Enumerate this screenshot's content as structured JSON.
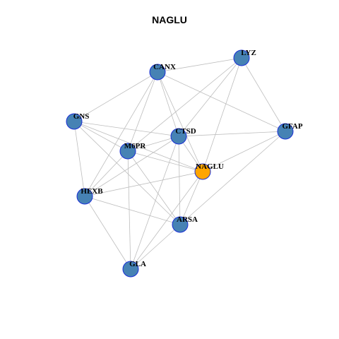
{
  "title": "NAGLU",
  "colors": {
    "node": "#4682b4",
    "focus_node": "#ffa500",
    "node_border": "#1a2fd6",
    "edge": "#bdbdbd"
  },
  "nodes": [
    {
      "id": "CANX",
      "label": "CANX",
      "focus": false
    },
    {
      "id": "LYZ",
      "label": "LYZ",
      "focus": false
    },
    {
      "id": "GNS",
      "label": "GNS",
      "focus": false
    },
    {
      "id": "CTSD",
      "label": "CTSD",
      "focus": false
    },
    {
      "id": "GFAP",
      "label": "GFAP",
      "focus": false
    },
    {
      "id": "M6PR",
      "label": "M6PR",
      "focus": false
    },
    {
      "id": "NAGLU",
      "label": "NAGLU",
      "focus": true
    },
    {
      "id": "HEXB",
      "label": "HEXB",
      "focus": false
    },
    {
      "id": "ARSA",
      "label": "ARSA",
      "focus": false
    },
    {
      "id": "GLA",
      "label": "GLA",
      "focus": false
    }
  ],
  "edges": [
    [
      "CANX",
      "LYZ"
    ],
    [
      "CANX",
      "GNS"
    ],
    [
      "CANX",
      "CTSD"
    ],
    [
      "CANX",
      "GFAP"
    ],
    [
      "CANX",
      "M6PR"
    ],
    [
      "CANX",
      "NAGLU"
    ],
    [
      "CANX",
      "HEXB"
    ],
    [
      "LYZ",
      "GFAP"
    ],
    [
      "LYZ",
      "CTSD"
    ],
    [
      "LYZ",
      "M6PR"
    ],
    [
      "LYZ",
      "NAGLU"
    ],
    [
      "GNS",
      "CTSD"
    ],
    [
      "GNS",
      "M6PR"
    ],
    [
      "GNS",
      "HEXB"
    ],
    [
      "GNS",
      "ARSA"
    ],
    [
      "GNS",
      "NAGLU"
    ],
    [
      "CTSD",
      "GFAP"
    ],
    [
      "CTSD",
      "M6PR"
    ],
    [
      "CTSD",
      "HEXB"
    ],
    [
      "CTSD",
      "ARSA"
    ],
    [
      "CTSD",
      "GLA"
    ],
    [
      "CTSD",
      "NAGLU"
    ],
    [
      "GFAP",
      "NAGLU"
    ],
    [
      "GFAP",
      "ARSA"
    ],
    [
      "M6PR",
      "NAGLU"
    ],
    [
      "M6PR",
      "HEXB"
    ],
    [
      "M6PR",
      "ARSA"
    ],
    [
      "M6PR",
      "GLA"
    ],
    [
      "NAGLU",
      "HEXB"
    ],
    [
      "NAGLU",
      "ARSA"
    ],
    [
      "NAGLU",
      "GLA"
    ],
    [
      "HEXB",
      "ARSA"
    ],
    [
      "HEXB",
      "GLA"
    ],
    [
      "ARSA",
      "GLA"
    ]
  ]
}
